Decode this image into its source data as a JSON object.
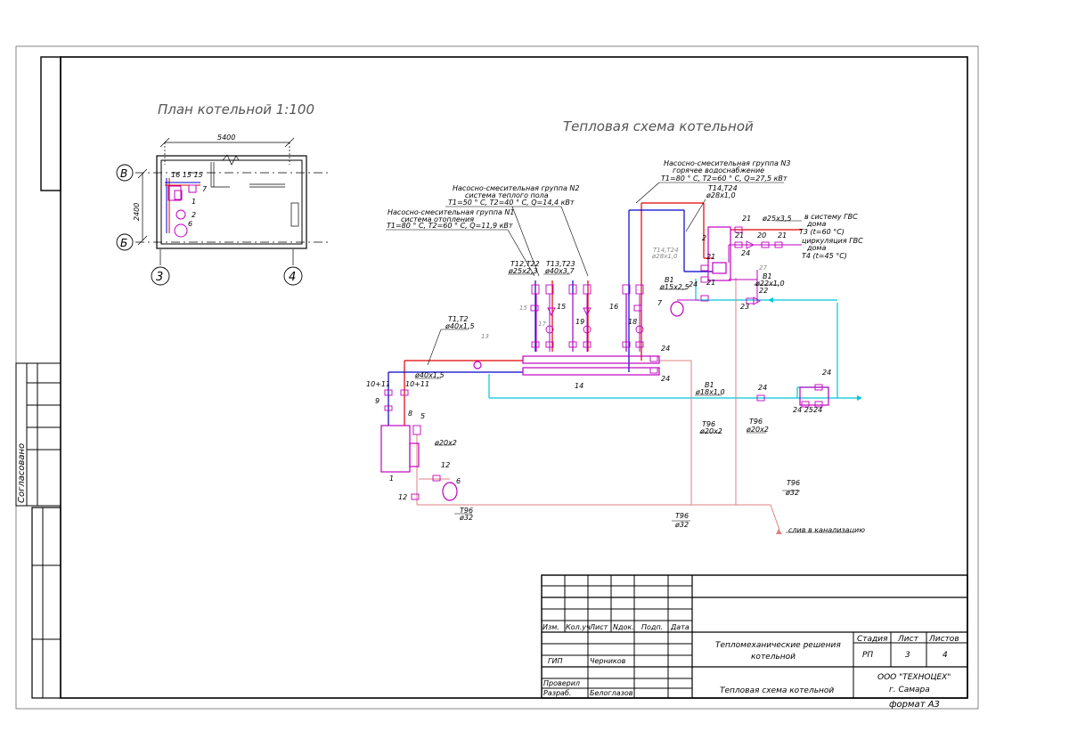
{
  "sheet": {
    "side_stamp": "Согласовано",
    "format": "формат A3"
  },
  "plan": {
    "title": "План котельной 1:100",
    "dim_width": "5400",
    "dim_height": "2400",
    "axis_v": "В",
    "axis_b": "Б",
    "axis_3": "3",
    "axis_4": "4",
    "equip_top": "16 15 15",
    "n7": "7",
    "n1": "1",
    "n2": "2",
    "n6": "6"
  },
  "scheme": {
    "title": "Тепловая схема котельной",
    "group3_l1": "Насосно-смесительная группа N3",
    "group3_l2": "горячее водоснабжение",
    "group3_l3": "T1=80 ° C, T2=60 ° C, Q=27,5 кВт",
    "group2_l1": "Насосно-смесительная группа N2",
    "group2_l2": "система теплого пола",
    "group2_l3": "T1=50 ° C, T2=40 ° C, Q=14,4 кВт",
    "group1_l1": "Насосно-смесительная группа N1",
    "group1_l2": "система отопления",
    "group1_l3": "T1=80 ° C, T2=60 ° C, Q=11,9 кВт",
    "t14t24": "T14,T24",
    "d28": "ø28x1,0",
    "t14t24_faint": "T14,T24",
    "d28_faint": "ø28x1,0",
    "n2": "2",
    "n21a": "21",
    "d25x35": "ø25x3,5",
    "to_gvs": "в систему ГВС",
    "home1": "дома",
    "t3": "T3 (t=60 °C)",
    "n21b": "21",
    "n20": "20",
    "n21c": "21",
    "circ": "циркуляция ГВС",
    "home2": "дома",
    "t4": "T4 (t=45 °C)",
    "n24a": "24",
    "n21d": "21",
    "n21e": "21",
    "n27": "27",
    "b1a": "B1",
    "d22": "ø22x1,0",
    "n22": "22",
    "n23": "23",
    "b1b": "B1",
    "d15": "ø15x2,5",
    "n24b": "24",
    "n7": "7",
    "t12t22": "T12,T22",
    "d25x23": "ø25x2,3",
    "t13t23": "T13,T23",
    "d40x37": "ø40x3,7",
    "n15a": "15",
    "n17": "17",
    "n15b": "15",
    "n19": "19",
    "n16": "16",
    "n18": "18",
    "t1t2": "T1,T2",
    "d40a": "ø40x1,5",
    "n13": "13",
    "n24c": "24",
    "n24d": "24",
    "d40b": "ø40x1,5",
    "n10a": "10+11",
    "n10b": "10+11",
    "n14": "14",
    "b1c": "B1",
    "d18": "ø18x1,0",
    "n24e": "24",
    "n24f": "24",
    "n24g": "24 25",
    "n24h": "24",
    "n9": "9",
    "n8": "8",
    "n5": "5",
    "t96a": "T96",
    "d20a": "ø20x2",
    "t96b": "T96",
    "d20b": "ø20x2",
    "d20c": "ø20x2",
    "n1": "1",
    "n12a": "12",
    "n6": "6",
    "n12b": "12",
    "t96c": "T96",
    "d32a": "ø32",
    "t96d": "T96",
    "d32b": "ø32",
    "t96e": "T96",
    "d32c": "ø32",
    "drain": "слив в канализацию"
  },
  "title_block": {
    "izm": "Изм.",
    "kol": "Кол.уч",
    "list": "Лист",
    "ndok": "Nдок.",
    "podp": "Подп.",
    "data": "Дата",
    "gip": "ГИП",
    "gip_name": "Черников",
    "proveril": "Проверил",
    "razrab": "Разраб.",
    "razrab_name": "Белоглазов",
    "work_l1": "Тепломеханические решения",
    "work_l2": "котельной",
    "sheet_title": "Тепловая схема котельной",
    "stadia_h": "Стадия",
    "list_h": "Лист",
    "listov_h": "Листов",
    "stadia": "РП",
    "list_v": "3",
    "listov": "4",
    "org": "ООО \"ТЕХНОЦЕХ\"",
    "city": "г. Самара"
  },
  "colors": {
    "supply": "#e00000",
    "return": "#0000cc",
    "cold_water": "#00c8d8",
    "equipment": "#c000c0",
    "drain": "#e08080"
  }
}
